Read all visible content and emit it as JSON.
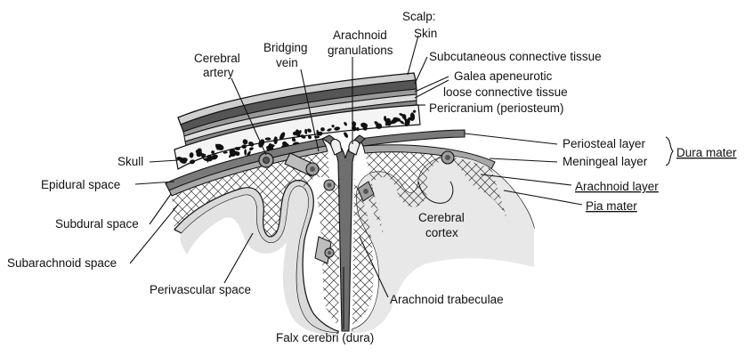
{
  "colors": {
    "ink": "#111111",
    "background": "#ffffff",
    "cortex": "#d9d9d9",
    "dura": "#777777",
    "scalp_dark": "#555555",
    "scalp_light": "#bdbdbd",
    "skull": "#f2f2f2",
    "bone_fragments": "#111111"
  },
  "labels": {
    "scalp": "Scalp:",
    "skin": "Skin",
    "subcutaneous": "Subcutaneous connective tissue",
    "galea": "Galea apeneurotic",
    "loose_tissue": "loose connective tissue",
    "pericranium": "Pericranium (periosteum)",
    "periosteal": "Periosteal layer",
    "meningeal": "Meningeal layer",
    "dura_mater": "Dura mater",
    "arachnoid_layer": "Arachnoid layer",
    "pia_mater": "Pia mater",
    "cerebral_cortex_1": "Cerebral",
    "cerebral_cortex_2": "cortex",
    "arachnoid_trabeculae": "Arachnoid trabeculae",
    "falx_cerebri": "Falx cerebri (dura)",
    "perivascular": "Perivascular space",
    "subarachnoid": "Subarachnoid space",
    "subdural": "Subdural space",
    "epidural": "Epidural space",
    "skull": "Skull",
    "cerebral_artery_1": "Cerebral",
    "cerebral_artery_2": "artery",
    "bridging_vein_1": "Bridging",
    "bridging_vein_2": "vein",
    "arachnoid_gran_1": "Arachnoid",
    "arachnoid_gran_2": "granulations"
  }
}
